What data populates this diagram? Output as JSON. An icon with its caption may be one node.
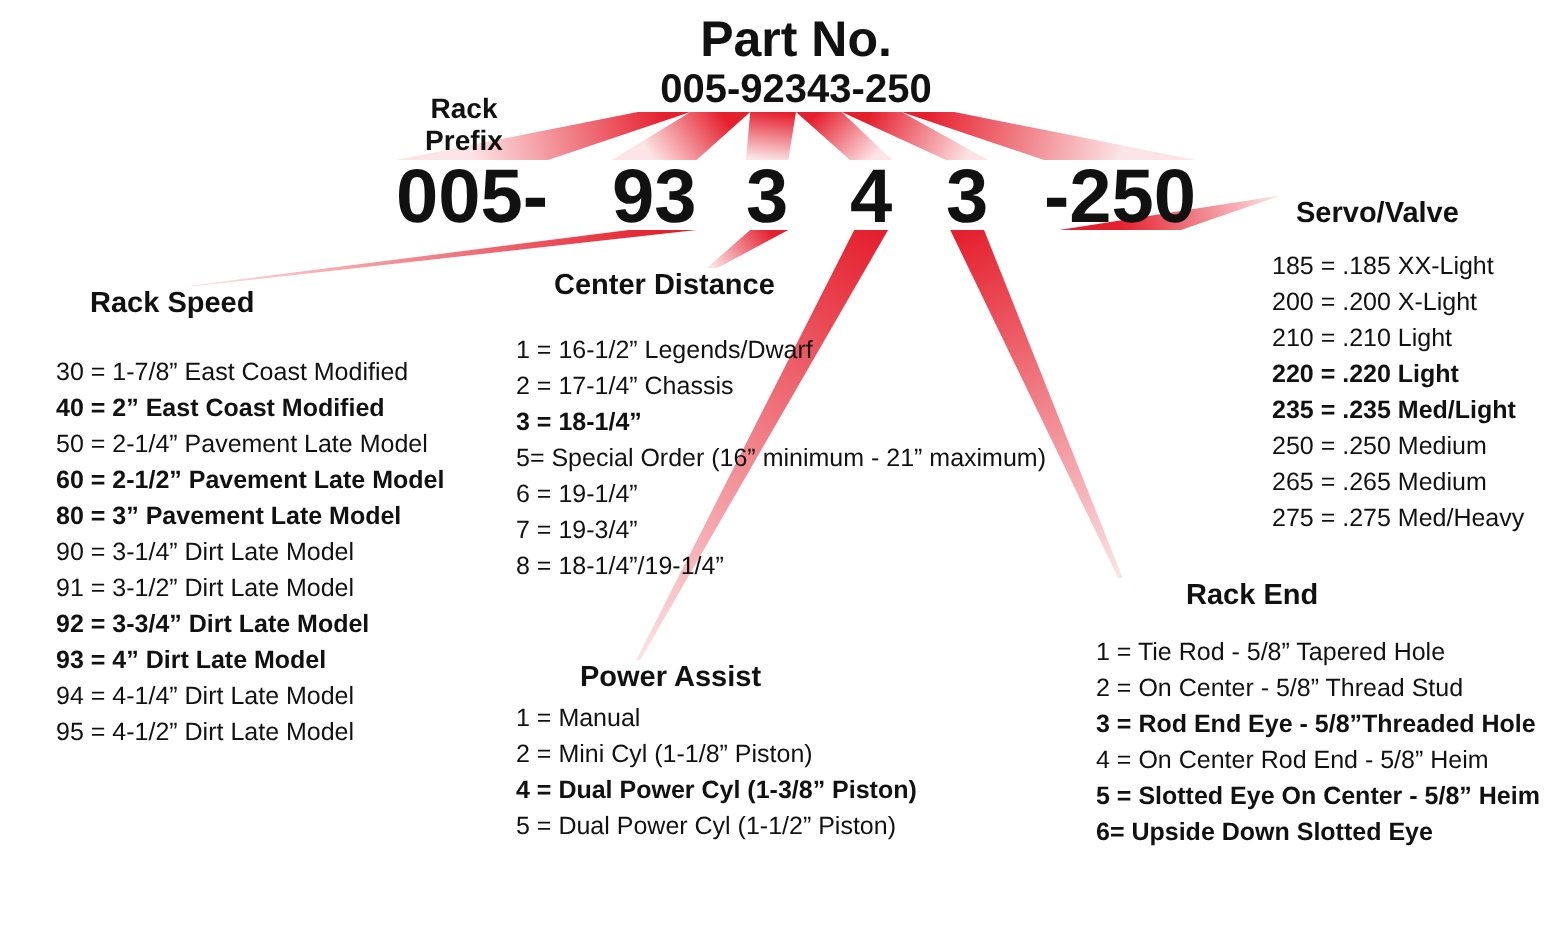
{
  "diagram": {
    "nodes": [
      {
        "text": [
          "Part No.",
          "005-92343-250"
        ]
      },
      {
        "text": [
          "005-"
        ],
        "beside": [
          "Rack Prefix"
        ]
      },
      {
        "text": [
          "93"
        ]
      },
      {
        "text": [
          "3"
        ]
      },
      {
        "text": [
          "4"
        ]
      },
      {
        "text": [
          "3"
        ]
      },
      {
        "text": [
          "-250"
        ]
      },
      {
        "text": [
          "Rack Speed",
          "30 = 1-7/8” East Coast Modified",
          "**40 = 2” East Coast Modified**",
          "50 = 2-1/4” Pavement Late Model",
          "**60 = 2-1/2” Pavement Late Model**",
          "**80 = 3” Pavement Late Model**",
          "90 = 3-1/4” Dirt Late Model",
          "91 = 3-1/2” Dirt Late Model",
          "**92 = 3-3/4” Dirt Late Model**",
          "**93 = 4” Dirt Late Model**",
          "94 = 4-1/4” Dirt Late Model",
          "95 = 4-1/2” Dirt Late Model"
        ]
      },
      {
        "text": [
          "Center Distance",
          "1 = 16-1/2” Legends/Dwarf",
          "2 = 17-1/4” Chassis",
          "**3 = 18-1/4”**",
          "5= Special Order (16” minimum - 21” maximum)",
          "6 = 19-1/4”",
          "7 = 19-3/4”",
          "8 = 18-1/4”/19-1/4”"
        ]
      },
      {
        "text": [
          "Power Assist",
          "1 = Manual",
          "2 = Mini Cyl (1-1/8” Piston)",
          "**4 = Dual Power Cyl (1-3/8” Piston)**",
          "5 = Dual Power Cyl (1-1/2” Piston)"
        ]
      },
      {
        "text": [
          "Rack End",
          "1 = Tie Rod - 5/8” Tapered Hole",
          "2 = On Center - 5/8” Thread Stud",
          "**3 = Rod End Eye - 5/8”Threaded Hole**",
          "4 = On Center Rod End - 5/8” Heim",
          "**5 = Slotted Eye On Center - 5/8” Heim**",
          "**6= Upside Down Slotted Eye**"
        ]
      },
      {
        "text": [
          "Servo/Valve",
          "185 = .185 XX-Light",
          "200 = .200 X-Light",
          "210 = .210 Light",
          "**220 = .220 Light**",
          "**235 = .235 Med/Light**",
          "250 = .250 Medium",
          "265 = .265 Medium",
          "275 = .275 Med/Heavy"
        ]
      }
    ],
    "edges": [
      {
        "from": 0,
        "to": 1,
        "arrow": "none"
      },
      {
        "from": 0,
        "to": 2,
        "arrow": "none"
      },
      {
        "from": 0,
        "to": 3,
        "arrow": "none"
      },
      {
        "from": 0,
        "to": 4,
        "arrow": "none"
      },
      {
        "from": 0,
        "to": 5,
        "arrow": "none"
      },
      {
        "from": 0,
        "to": 6,
        "arrow": "none"
      },
      {
        "from": 2,
        "to": 7,
        "arrow": "none"
      },
      {
        "from": 3,
        "to": 8,
        "arrow": "none"
      },
      {
        "from": 4,
        "to": 9,
        "arrow": "none"
      },
      {
        "from": 5,
        "to": 10,
        "arrow": "none"
      },
      {
        "from": 6,
        "to": 11,
        "arrow": "none"
      }
    ]
  }
}
